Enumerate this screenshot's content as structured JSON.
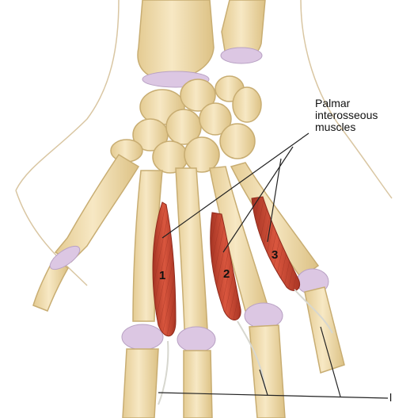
{
  "figure": {
    "callout": {
      "line1": "Palmar",
      "line2": "interosseous",
      "line3": "muscles"
    },
    "muscle_numbers": [
      "1",
      "2",
      "3"
    ],
    "bottom_callout_letter": "l"
  },
  "colors": {
    "bone": "#f2dfb4",
    "bone_shadow": "#d6bd86",
    "cartilage": "#dcc7e3",
    "muscle": "#cf4a35",
    "muscle_dark": "#9e2e20",
    "skin_outline": "#d9c6a2",
    "callout_line": "#222222"
  }
}
